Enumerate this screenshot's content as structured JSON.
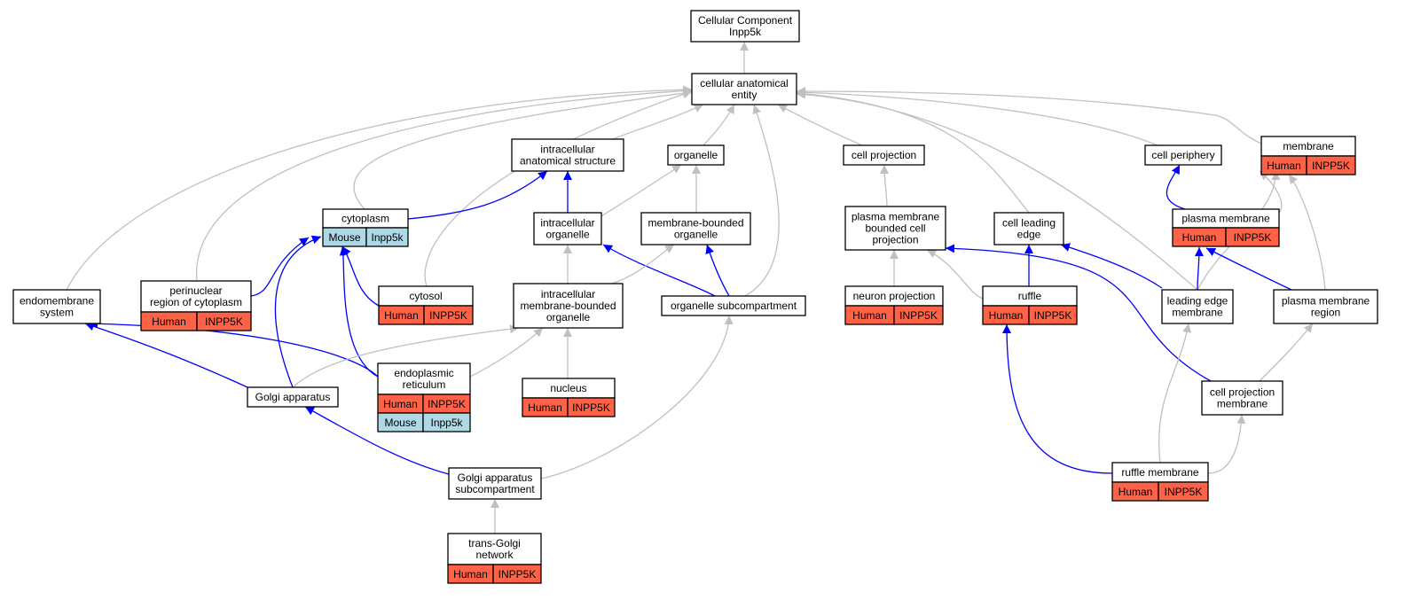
{
  "colors": {
    "human": "#ff6347",
    "mouse": "#add8e6",
    "is_a_edge": "#c0c0c0",
    "part_of_edge": "#0000ff"
  },
  "nodes": {
    "root": {
      "lines": [
        "Cellular Component",
        "Inpp5k"
      ]
    },
    "cae": {
      "lines": [
        "cellular anatomical",
        "entity"
      ]
    },
    "ias": {
      "lines": [
        "intracellular",
        "anatomical structure"
      ]
    },
    "organelle": {
      "lines": [
        "organelle"
      ]
    },
    "cellproj": {
      "lines": [
        "cell projection"
      ]
    },
    "periphery": {
      "lines": [
        "cell periphery"
      ]
    },
    "membrane": {
      "lines": [
        "membrane"
      ],
      "annotations": [
        {
          "species": "Human",
          "gene": "INPP5K"
        }
      ]
    },
    "cytoplasm": {
      "lines": [
        "cytoplasm"
      ],
      "annotations": [
        {
          "species": "Mouse",
          "gene": "Inpp5k"
        }
      ]
    },
    "intraorg": {
      "lines": [
        "intracellular",
        "organelle"
      ]
    },
    "mbo": {
      "lines": [
        "membrane-bounded",
        "organelle"
      ]
    },
    "pmbcp": {
      "lines": [
        "plasma membrane",
        "bounded cell",
        "projection"
      ]
    },
    "cle": {
      "lines": [
        "cell leading",
        "edge"
      ]
    },
    "pm": {
      "lines": [
        "plasma membrane"
      ],
      "annotations": [
        {
          "species": "Human",
          "gene": "INPP5K"
        }
      ]
    },
    "endomem": {
      "lines": [
        "endomembrane",
        "system"
      ]
    },
    "perinuc": {
      "lines": [
        "perinuclear",
        "region of cytoplasm"
      ],
      "annotations": [
        {
          "species": "Human",
          "gene": "INPP5K"
        }
      ]
    },
    "cytosol": {
      "lines": [
        "cytosol"
      ],
      "annotations": [
        {
          "species": "Human",
          "gene": "INPP5K"
        }
      ]
    },
    "imbo": {
      "lines": [
        "intracellular",
        "membrane-bounded",
        "organelle"
      ]
    },
    "orgsub": {
      "lines": [
        "organelle subcompartment"
      ]
    },
    "neuronproj": {
      "lines": [
        "neuron projection"
      ],
      "annotations": [
        {
          "species": "Human",
          "gene": "INPP5K"
        }
      ]
    },
    "ruffle": {
      "lines": [
        "ruffle"
      ],
      "annotations": [
        {
          "species": "Human",
          "gene": "INPP5K"
        }
      ]
    },
    "lem": {
      "lines": [
        "leading edge",
        "membrane"
      ]
    },
    "pmr": {
      "lines": [
        "plasma membrane",
        "region"
      ]
    },
    "er": {
      "lines": [
        "endoplasmic",
        "reticulum"
      ],
      "annotations": [
        {
          "species": "Human",
          "gene": "INPP5K"
        },
        {
          "species": "Mouse",
          "gene": "Inpp5k"
        }
      ]
    },
    "nucleus": {
      "lines": [
        "nucleus"
      ],
      "annotations": [
        {
          "species": "Human",
          "gene": "INPP5K"
        }
      ]
    },
    "golgi": {
      "lines": [
        "Golgi apparatus"
      ]
    },
    "cpm": {
      "lines": [
        "cell projection",
        "membrane"
      ]
    },
    "gasub": {
      "lines": [
        "Golgi apparatus",
        "subcompartment"
      ]
    },
    "rufflemem": {
      "lines": [
        "ruffle membrane"
      ],
      "annotations": [
        {
          "species": "Human",
          "gene": "INPP5K"
        }
      ]
    },
    "tgn": {
      "lines": [
        "trans-Golgi",
        "network"
      ],
      "annotations": [
        {
          "species": "Human",
          "gene": "INPP5K"
        }
      ]
    }
  },
  "edges": [
    {
      "from": "cae",
      "to": "root",
      "relation": "is_a"
    },
    {
      "from": "ias",
      "to": "cae",
      "relation": "is_a"
    },
    {
      "from": "organelle",
      "to": "cae",
      "relation": "is_a"
    },
    {
      "from": "cellproj",
      "to": "cae",
      "relation": "is_a"
    },
    {
      "from": "periphery",
      "to": "cae",
      "relation": "is_a"
    },
    {
      "from": "membrane",
      "to": "cae",
      "relation": "is_a"
    },
    {
      "from": "cytoplasm",
      "to": "cae",
      "relation": "is_a"
    },
    {
      "from": "cytosol",
      "to": "cae",
      "relation": "is_a"
    },
    {
      "from": "perinuc",
      "to": "cae",
      "relation": "is_a"
    },
    {
      "from": "endomem",
      "to": "cae",
      "relation": "is_a"
    },
    {
      "from": "orgsub",
      "to": "cae",
      "relation": "is_a"
    },
    {
      "from": "cle",
      "to": "cae",
      "relation": "is_a"
    },
    {
      "from": "lem",
      "to": "cae",
      "relation": "is_a"
    },
    {
      "from": "cytoplasm",
      "to": "ias",
      "relation": "part_of"
    },
    {
      "from": "intraorg",
      "to": "ias",
      "relation": "part_of"
    },
    {
      "from": "intraorg",
      "to": "organelle",
      "relation": "is_a"
    },
    {
      "from": "mbo",
      "to": "organelle",
      "relation": "is_a"
    },
    {
      "from": "pmbcp",
      "to": "cellproj",
      "relation": "is_a"
    },
    {
      "from": "pm",
      "to": "periphery",
      "relation": "part_of"
    },
    {
      "from": "pm",
      "to": "membrane",
      "relation": "is_a"
    },
    {
      "from": "lem",
      "to": "membrane",
      "relation": "is_a"
    },
    {
      "from": "pmr",
      "to": "membrane",
      "relation": "is_a"
    },
    {
      "from": "perinuc",
      "to": "cytoplasm",
      "relation": "part_of"
    },
    {
      "from": "cytosol",
      "to": "cytoplasm",
      "relation": "part_of"
    },
    {
      "from": "er",
      "to": "cytoplasm",
      "relation": "part_of"
    },
    {
      "from": "golgi",
      "to": "cytoplasm",
      "relation": "part_of"
    },
    {
      "from": "imbo",
      "to": "intraorg",
      "relation": "is_a"
    },
    {
      "from": "orgsub",
      "to": "intraorg",
      "relation": "part_of"
    },
    {
      "from": "imbo",
      "to": "mbo",
      "relation": "is_a"
    },
    {
      "from": "orgsub",
      "to": "mbo",
      "relation": "part_of"
    },
    {
      "from": "neuronproj",
      "to": "pmbcp",
      "relation": "is_a"
    },
    {
      "from": "ruffle",
      "to": "pmbcp",
      "relation": "is_a"
    },
    {
      "from": "cpm",
      "to": "pmbcp",
      "relation": "part_of"
    },
    {
      "from": "ruffle",
      "to": "cle",
      "relation": "part_of"
    },
    {
      "from": "lem",
      "to": "cle",
      "relation": "part_of"
    },
    {
      "from": "lem",
      "to": "pm",
      "relation": "part_of"
    },
    {
      "from": "pmr",
      "to": "pm",
      "relation": "part_of"
    },
    {
      "from": "er",
      "to": "endomem",
      "relation": "part_of"
    },
    {
      "from": "golgi",
      "to": "endomem",
      "relation": "part_of"
    },
    {
      "from": "golgi",
      "to": "imbo",
      "relation": "is_a"
    },
    {
      "from": "er",
      "to": "imbo",
      "relation": "is_a"
    },
    {
      "from": "nucleus",
      "to": "imbo",
      "relation": "is_a"
    },
    {
      "from": "gasub",
      "to": "golgi",
      "relation": "part_of"
    },
    {
      "from": "gasub",
      "to": "orgsub",
      "relation": "is_a"
    },
    {
      "from": "tgn",
      "to": "gasub",
      "relation": "is_a"
    },
    {
      "from": "rufflemem",
      "to": "ruffle",
      "relation": "part_of"
    },
    {
      "from": "rufflemem",
      "to": "lem",
      "relation": "is_a"
    },
    {
      "from": "rufflemem",
      "to": "cpm",
      "relation": "is_a"
    },
    {
      "from": "cpm",
      "to": "pmr",
      "relation": "is_a"
    }
  ]
}
